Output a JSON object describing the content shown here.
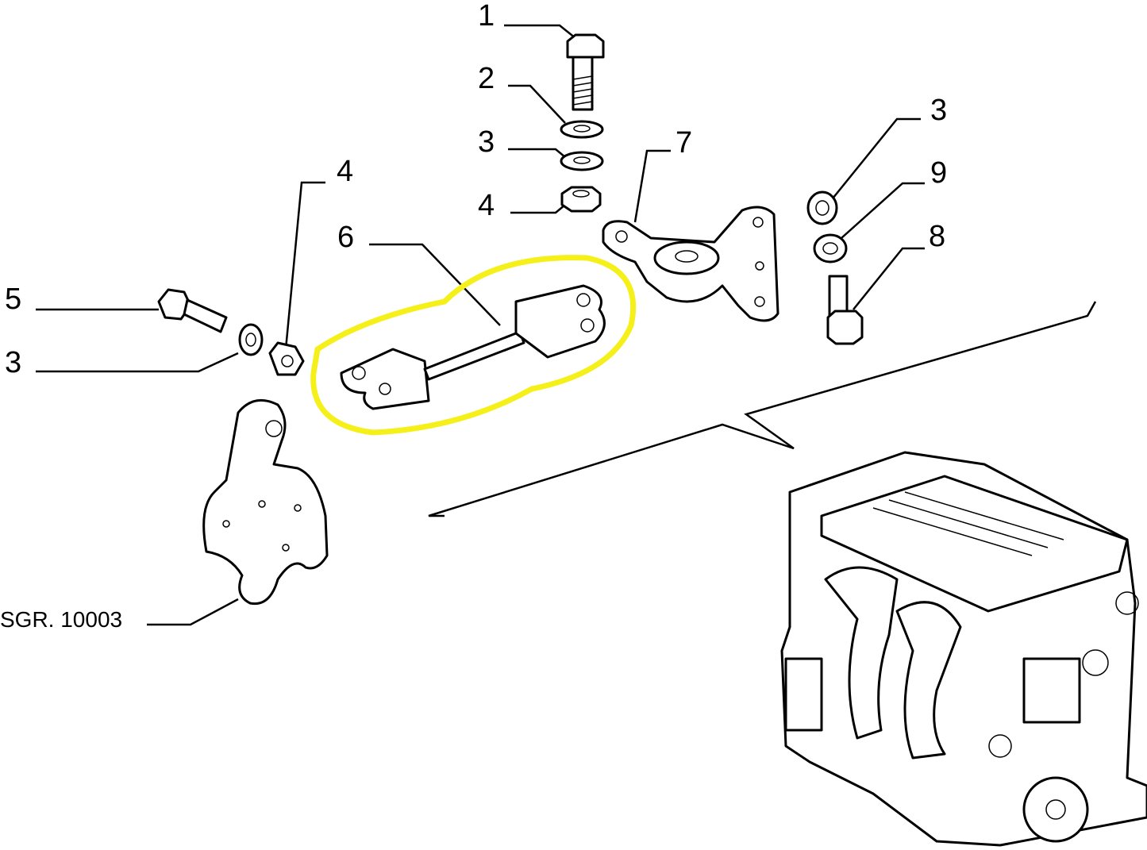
{
  "diagram": {
    "callouts": [
      {
        "id": "c1",
        "label": "1"
      },
      {
        "id": "c2",
        "label": "2"
      },
      {
        "id": "c3a",
        "label": "3"
      },
      {
        "id": "c4a",
        "label": "4"
      },
      {
        "id": "c3b",
        "label": "3"
      },
      {
        "id": "c9",
        "label": "9"
      },
      {
        "id": "c8",
        "label": "8"
      },
      {
        "id": "c7",
        "label": "7"
      },
      {
        "id": "c6",
        "label": "6"
      },
      {
        "id": "c4b",
        "label": "4"
      },
      {
        "id": "c5",
        "label": "5"
      },
      {
        "id": "c3c",
        "label": "3"
      }
    ],
    "reference": "SGR. 10003",
    "highlight_color": "#f5f01a"
  }
}
